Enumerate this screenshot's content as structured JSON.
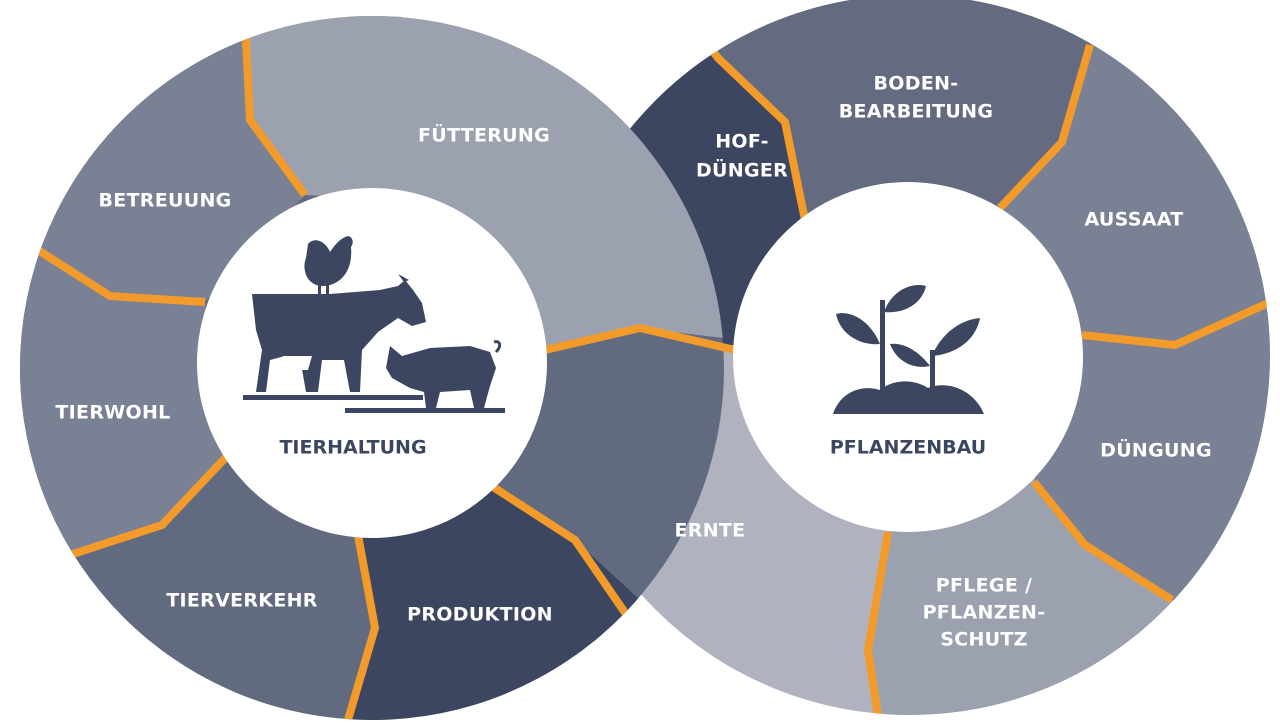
{
  "colors": {
    "accent": "#f29b2b",
    "dark": "#3d4660",
    "medium_dark": "#626a80",
    "medium": "#7a8195",
    "light": "#9ca1b0",
    "lighter": "#b0b3bf",
    "center_fill": "#ffffff"
  },
  "left_cycle": {
    "center_label": "TIERHALTUNG",
    "center_icon": "livestock-icon",
    "segments": [
      {
        "label": "FÜTTERUNG"
      },
      {
        "label": "BETREUUNG"
      },
      {
        "label": "TIERWOHL"
      },
      {
        "label": "TIERVERKEHR"
      },
      {
        "label": "PRODUKTION"
      }
    ]
  },
  "right_cycle": {
    "center_label": "PFLANZENBAU",
    "center_icon": "plant-sprout-icon",
    "segments": [
      {
        "label_lines": [
          "HOF-",
          "DÜNGER"
        ]
      },
      {
        "label_lines": [
          "BODEN-",
          "BEARBEITUNG"
        ]
      },
      {
        "label": "AUSSAAT"
      },
      {
        "label": "DÜNGUNG"
      },
      {
        "label_lines": [
          "PFLEGE /",
          "PFLANZEN-",
          "SCHUTZ"
        ]
      },
      {
        "label": "ERNTE"
      }
    ]
  }
}
